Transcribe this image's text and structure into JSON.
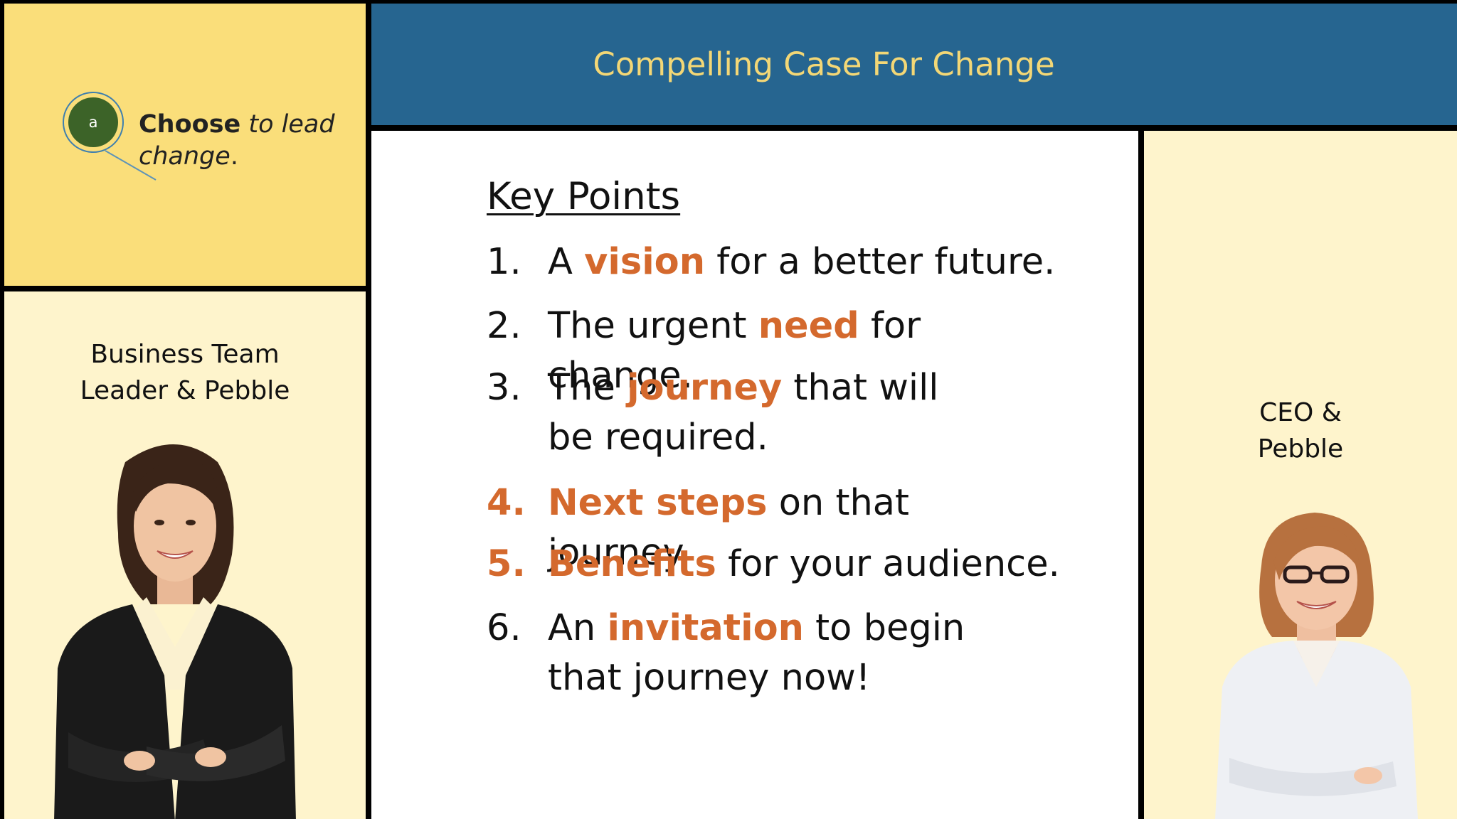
{
  "header": {
    "title": "Compelling Case For Change"
  },
  "badge": {
    "letter": "a",
    "bold": "Choose",
    "italic_1": "to lead",
    "italic_2": "change",
    "period": "."
  },
  "left_panel": {
    "line1": "Business Team",
    "line2": "Leader & Pebble"
  },
  "right_panel": {
    "line1": "CEO &",
    "line2": "Pebble"
  },
  "key_points": {
    "heading": "Key Points",
    "items": [
      {
        "num": "1.",
        "pre": "A ",
        "highlight": "vision",
        "post": " for a better future."
      },
      {
        "num": "2.",
        "pre": "The urgent ",
        "highlight": "need",
        "post": " for change."
      },
      {
        "num": "3.",
        "pre": "The ",
        "highlight": "journey",
        "post": " that will be required."
      },
      {
        "num": "4.",
        "pre": "",
        "highlight": "Next steps",
        "post": " on that journey."
      },
      {
        "num": "5.",
        "pre": "",
        "highlight": "Benefits",
        "post": " for your audience."
      },
      {
        "num": "6.",
        "pre": "An ",
        "highlight": "invitation",
        "post": " to begin that journey now!"
      }
    ]
  },
  "colors": {
    "header_bg": "#266590",
    "title_text": "#f3d776",
    "panel_yellow": "#fade7a",
    "panel_cream": "#fef4cc",
    "highlight": "#d4692d",
    "badge_green": "#3c6328"
  }
}
